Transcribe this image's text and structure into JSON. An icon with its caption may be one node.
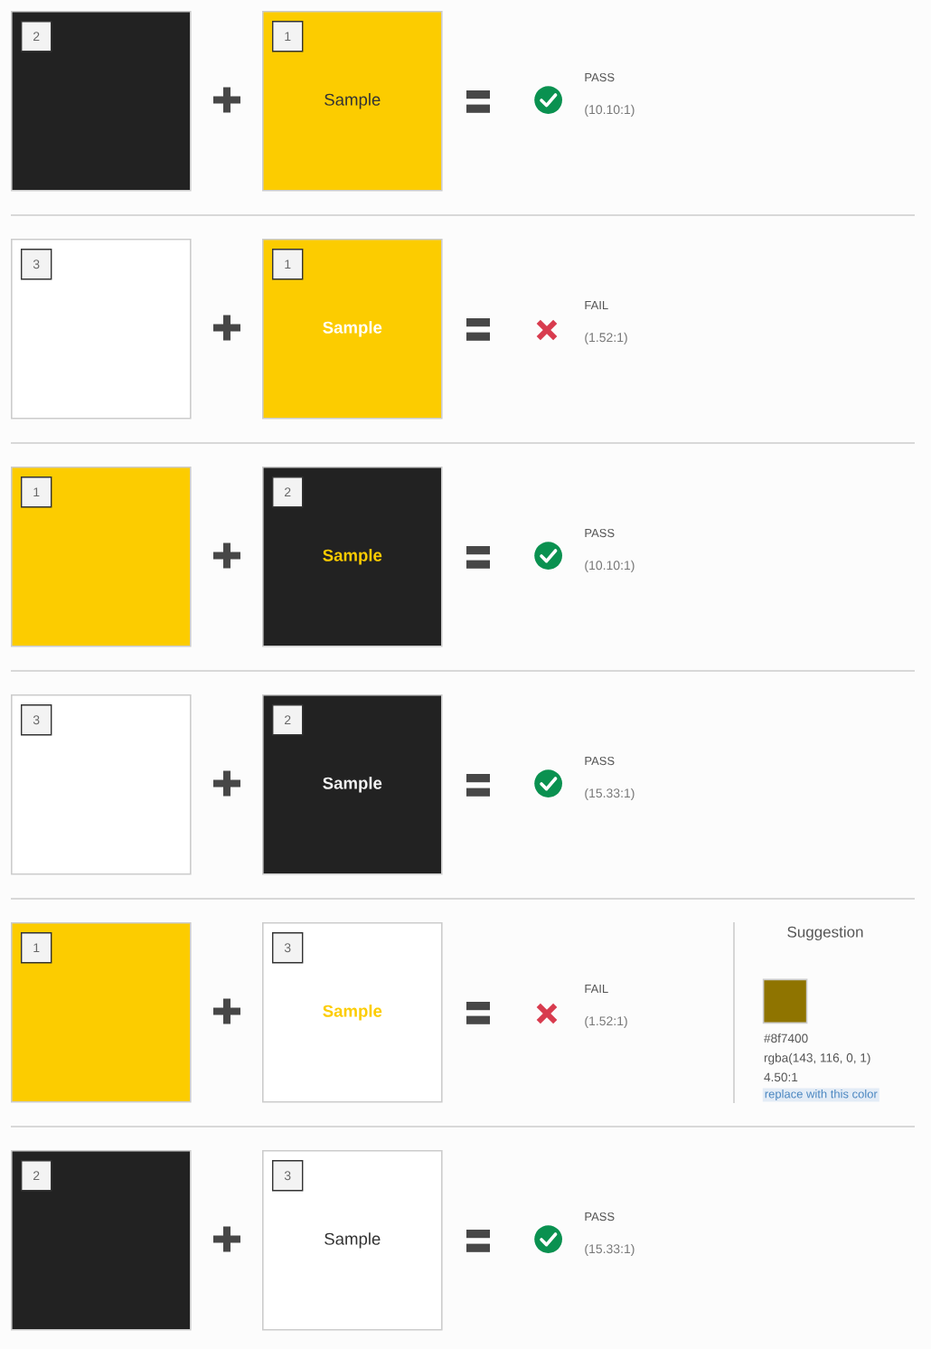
{
  "diagram": {
    "nodes": [
      {
        "text": [],
        "shape": "box"
      },
      {
        "text": [
          "2"
        ],
        "in": 0
      },
      {
        "text": [
          "Sample"
        ]
      },
      {
        "text": [
          "1"
        ],
        "in": 2
      },
      {
        "text": [],
        "shape": "box"
      },
      {
        "text": [
          "3"
        ],
        "in": 4
      },
      {
        "text": [
          "Sample"
        ]
      },
      {
        "text": [
          "1"
        ],
        "in": 6
      },
      {
        "text": [],
        "shape": "box"
      },
      {
        "text": [
          "1"
        ],
        "in": 8
      },
      {
        "text": [
          "Sample"
        ]
      },
      {
        "text": [
          "2"
        ],
        "in": 10
      },
      {
        "text": [],
        "shape": "box"
      },
      {
        "text": [
          "3"
        ],
        "in": 12
      },
      {
        "text": [
          "Sample"
        ]
      },
      {
        "text": [
          "2"
        ],
        "in": 14
      },
      {
        "text": [],
        "shape": "box"
      },
      {
        "text": [
          "1"
        ],
        "in": 16
      },
      {
        "text": [
          "Sample"
        ]
      },
      {
        "text": [
          "3"
        ],
        "in": 18
      },
      {
        "text": [],
        "shape": "box"
      },
      {
        "text": [
          "2"
        ],
        "in": 20
      },
      {
        "text": [
          "Sample"
        ]
      },
      {
        "text": [
          "3"
        ],
        "in": 22
      }
    ],
    "labels": [
      "PASS",
      "(10.10:1)",
      "FAIL",
      "(1.52:1)",
      "PASS",
      "(10.10:1)",
      "PASS",
      "(15.33:1)",
      "FAIL",
      "(1.52:1)",
      "Suggestion",
      "#8f7400",
      "rgba(143, 116, 0, 1)",
      "4.50:1",
      "replace with this color",
      "PASS",
      "(15.33:1)"
    ]
  }
}
